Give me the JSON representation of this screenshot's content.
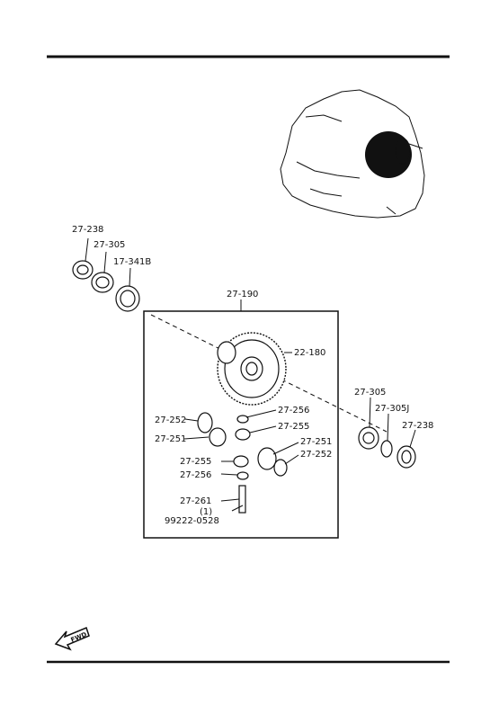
{
  "parts": {
    "p_27_238_a": "27-238",
    "p_27_305_a": "27-305",
    "p_17_341b": "17-341B",
    "p_27_190": "27-190",
    "p_22_180": "22-180",
    "p_27_252_a": "27-252",
    "p_27_256_a": "27-256",
    "p_27_255_a": "27-255",
    "p_27_251_a": "27-251",
    "p_27_251_b": "27-251",
    "p_27_252_b": "27-252",
    "p_27_255_b": "27-255",
    "p_27_256_b": "27-256",
    "p_27_261": "27-261",
    "p_qty_1": "(1)",
    "p_99222_0528": "99222-0528",
    "p_27_305_b": "27-305",
    "p_27_305j": "27-305J",
    "p_27_238_b": "27-238"
  },
  "fwd_label": "FWD",
  "colors": {
    "ink": "#111111",
    "background": "#ffffff"
  }
}
